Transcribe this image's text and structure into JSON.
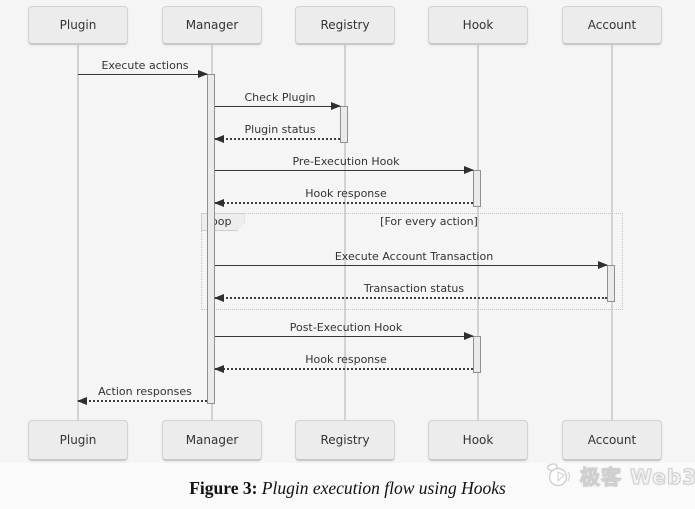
{
  "diagram": {
    "actors": [
      {
        "name": "Plugin"
      },
      {
        "name": "Manager"
      },
      {
        "name": "Registry"
      },
      {
        "name": "Hook"
      },
      {
        "name": "Account"
      }
    ],
    "messages": [
      {
        "label": "Execute actions",
        "from": "Plugin",
        "to": "Manager",
        "style": "solid"
      },
      {
        "label": "Check Plugin",
        "from": "Manager",
        "to": "Registry",
        "style": "solid"
      },
      {
        "label": "Plugin status",
        "from": "Registry",
        "to": "Manager",
        "style": "dashed"
      },
      {
        "label": "Pre-Execution Hook",
        "from": "Manager",
        "to": "Hook",
        "style": "solid"
      },
      {
        "label": "Hook response",
        "from": "Hook",
        "to": "Manager",
        "style": "dashed"
      },
      {
        "label": "Execute Account Transaction",
        "from": "Manager",
        "to": "Account",
        "style": "solid"
      },
      {
        "label": "Transaction status",
        "from": "Account",
        "to": "Manager",
        "style": "dashed"
      },
      {
        "label": "Post-Execution Hook",
        "from": "Manager",
        "to": "Hook",
        "style": "solid"
      },
      {
        "label": "Hook response",
        "from": "Hook",
        "to": "Manager",
        "style": "dashed"
      },
      {
        "label": "Action responses",
        "from": "Manager",
        "to": "Plugin",
        "style": "dashed"
      }
    ],
    "loop": {
      "label": "loop",
      "condition": "[For every action]"
    },
    "caption": {
      "figure_label": "Figure 3:",
      "figure_title": " Plugin execution flow using Hooks"
    },
    "watermark": {
      "text": "极客 Web3",
      "icon": "megaphone-icon"
    },
    "colors": {
      "actor_fill": "#ececec",
      "actor_border": "#d3d3d3",
      "message_line": "#383838",
      "lifeline": "#d2d2d2",
      "loop_border": "#c4c4c4",
      "background": "#f5f5f6"
    }
  }
}
